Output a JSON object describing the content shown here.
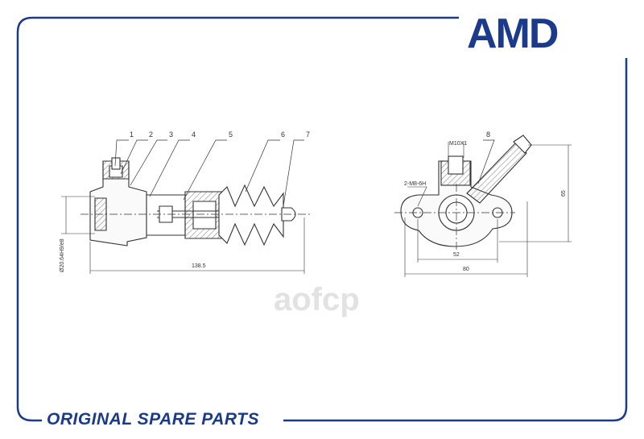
{
  "brand": {
    "logo_text": "AMD",
    "color": "#1b3a8c"
  },
  "footer": {
    "text": "ORIGINAL SPARE PARTS"
  },
  "watermark": {
    "text": "aofcp"
  },
  "drawing": {
    "callouts": [
      "1",
      "2",
      "3",
      "4",
      "5",
      "6",
      "7",
      "8"
    ],
    "dimensions": {
      "length": "138.5",
      "bore": "Ø20.64H9/e8",
      "thread": "M10X1",
      "mount_holes": "2-M8-6H",
      "hole_spacing": "52",
      "flange_width": "80",
      "height": "65"
    }
  }
}
